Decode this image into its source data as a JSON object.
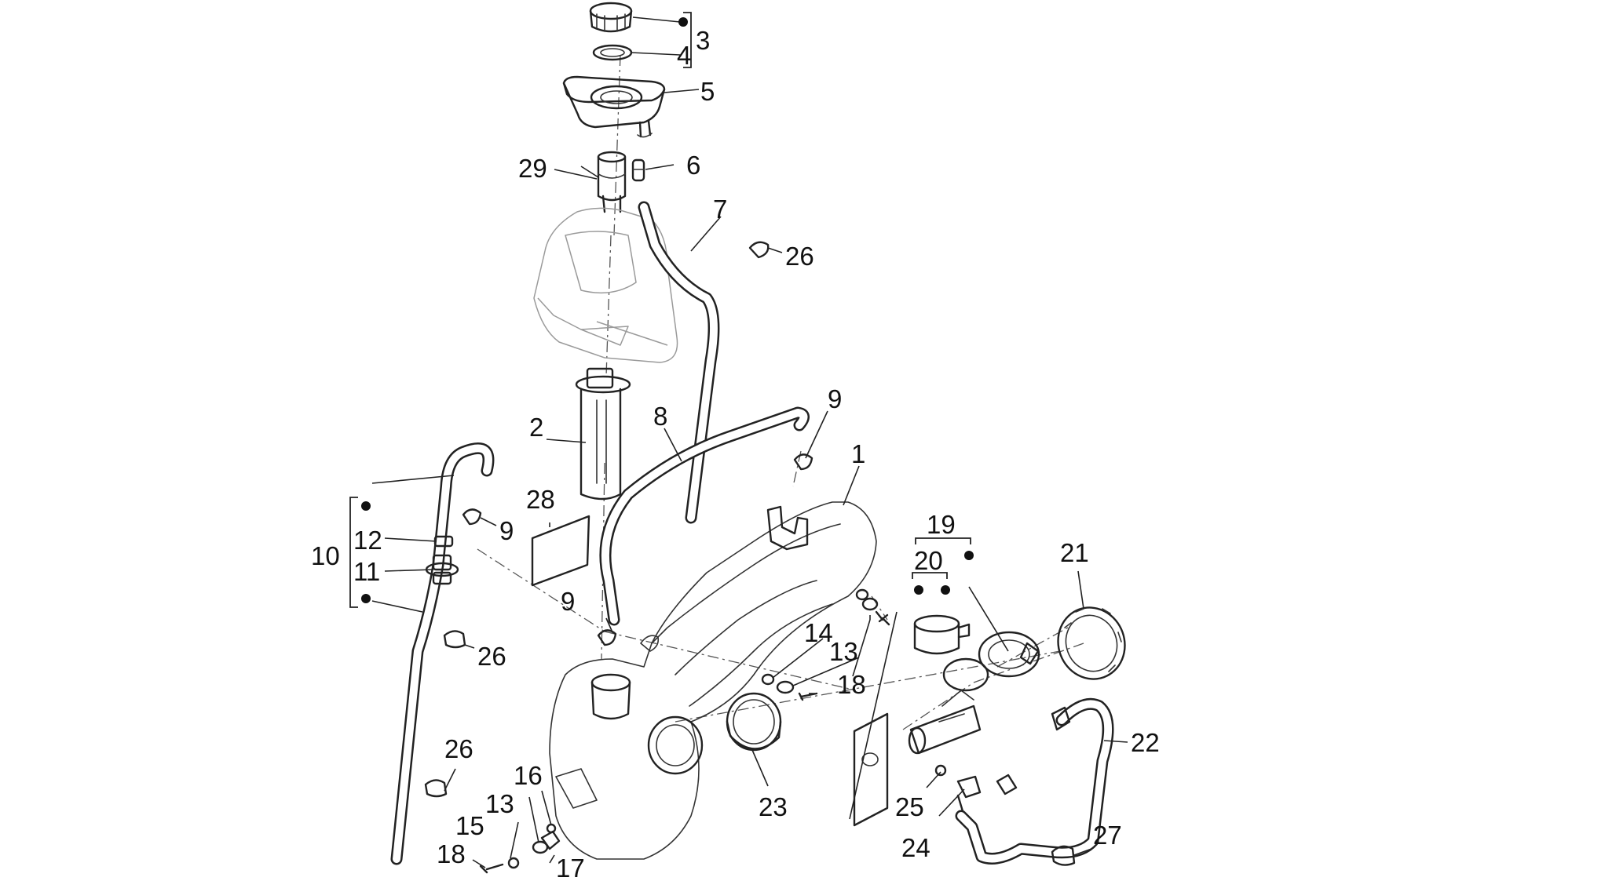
{
  "callouts": {
    "c1": "1",
    "c2": "2",
    "c3": "3",
    "c4": "4",
    "c5": "5",
    "c6": "6",
    "c7": "7",
    "c8": "8",
    "c9a": "9",
    "c9b": "9",
    "c9c": "9",
    "c10": "10",
    "c11": "11",
    "c12": "12",
    "c13a": "13",
    "c13b": "13",
    "c14": "14",
    "c15": "15",
    "c16": "16",
    "c17": "17",
    "c18a": "18",
    "c18b": "18",
    "c19": "19",
    "c20": "20",
    "c21": "21",
    "c22": "22",
    "c23": "23",
    "c24": "24",
    "c25": "25",
    "c26a": "26",
    "c26b": "26",
    "c26c": "26",
    "c27": "27",
    "c28": "28",
    "c29": "29"
  }
}
